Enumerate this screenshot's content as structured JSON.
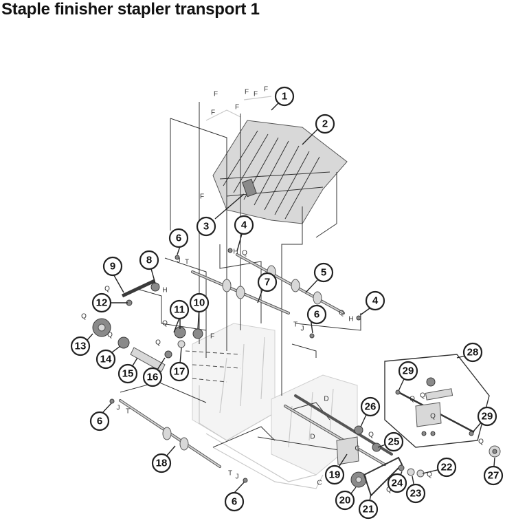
{
  "title": "Staple finisher stapler transport 1",
  "callouts": [
    {
      "label": "1"
    },
    {
      "label": "2"
    },
    {
      "label": "3"
    },
    {
      "label": "4"
    },
    {
      "label": "4"
    },
    {
      "label": "5"
    },
    {
      "label": "6"
    },
    {
      "label": "6"
    },
    {
      "label": "6"
    },
    {
      "label": "6"
    },
    {
      "label": "7"
    },
    {
      "label": "8"
    },
    {
      "label": "9"
    },
    {
      "label": "10"
    },
    {
      "label": "11"
    },
    {
      "label": "12"
    },
    {
      "label": "13"
    },
    {
      "label": "14"
    },
    {
      "label": "15"
    },
    {
      "label": "16"
    },
    {
      "label": "17"
    },
    {
      "label": "18"
    },
    {
      "label": "19"
    },
    {
      "label": "20"
    },
    {
      "label": "21"
    },
    {
      "label": "22"
    },
    {
      "label": "23"
    },
    {
      "label": "24"
    },
    {
      "label": "25"
    },
    {
      "label": "26"
    },
    {
      "label": "27"
    },
    {
      "label": "28"
    },
    {
      "label": "29"
    },
    {
      "label": "29"
    }
  ],
  "letters": [
    "F",
    "F",
    "F",
    "F",
    "F",
    "F",
    "F",
    "H",
    "T",
    "J",
    "Q",
    "H",
    "Q",
    "Q",
    "Q",
    "Q",
    "Q",
    "Q",
    "H",
    "J",
    "T",
    "F",
    "Q",
    "J",
    "T",
    "T",
    "J",
    "D",
    "D",
    "C",
    "C",
    "Q",
    "Q",
    "Q",
    "Q",
    "Q",
    "Q",
    "Q"
  ]
}
